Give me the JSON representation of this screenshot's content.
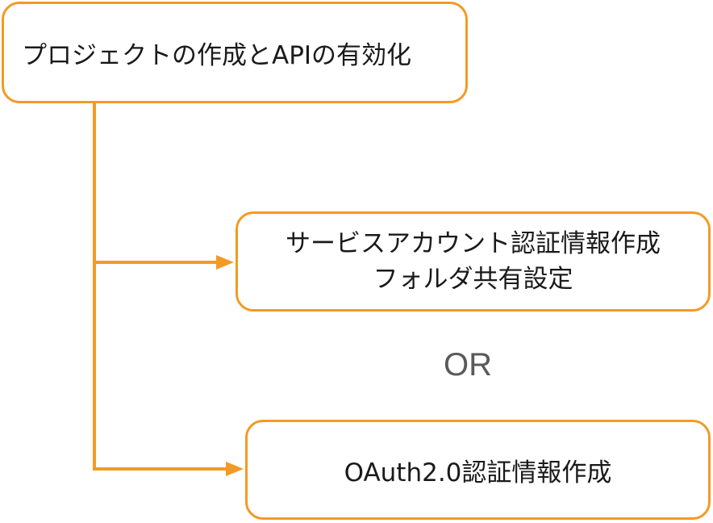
{
  "colors": {
    "accent": "#f39a25",
    "text": "#1a1a1a",
    "or_text": "#595959"
  },
  "nodes": {
    "project": {
      "label": "プロジェクトの作成とAPIの有効化"
    },
    "service_account": {
      "line1": "サービスアカウント認証情報作成",
      "line2": "フォルダ共有設定"
    },
    "oauth": {
      "label": "OAuth2.0認証情報作成"
    }
  },
  "separator": {
    "label": "OR"
  }
}
